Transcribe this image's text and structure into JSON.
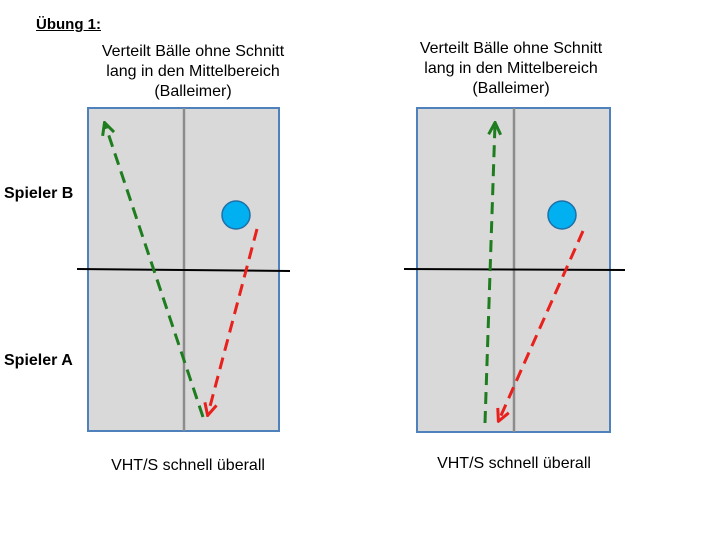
{
  "heading": "Übung 1:",
  "labels": {
    "player_b": "Spieler B",
    "player_a": "Spieler A"
  },
  "colors": {
    "table_fill": "#d9d9d9",
    "table_border": "#4f81bd",
    "center_line": "#8c8c8c",
    "net": "#000000",
    "ball": "#00b0f0",
    "ball_border": "#1f6fa8",
    "return_arrow": "#1e7d1e",
    "serve_arrow": "#e8211d"
  },
  "panels": [
    {
      "caption_lines": [
        "Verteilt Bälle ohne Schnitt",
        "lang in den Mittelbereich",
        "(Balleimer)"
      ],
      "footer": "VHT/S schnell überall"
    },
    {
      "caption_lines": [
        "Verteilt Bälle ohne Schnitt",
        "lang in den Mittelbereich",
        "(Balleimer)"
      ],
      "footer": "VHT/S schnell überall"
    }
  ]
}
